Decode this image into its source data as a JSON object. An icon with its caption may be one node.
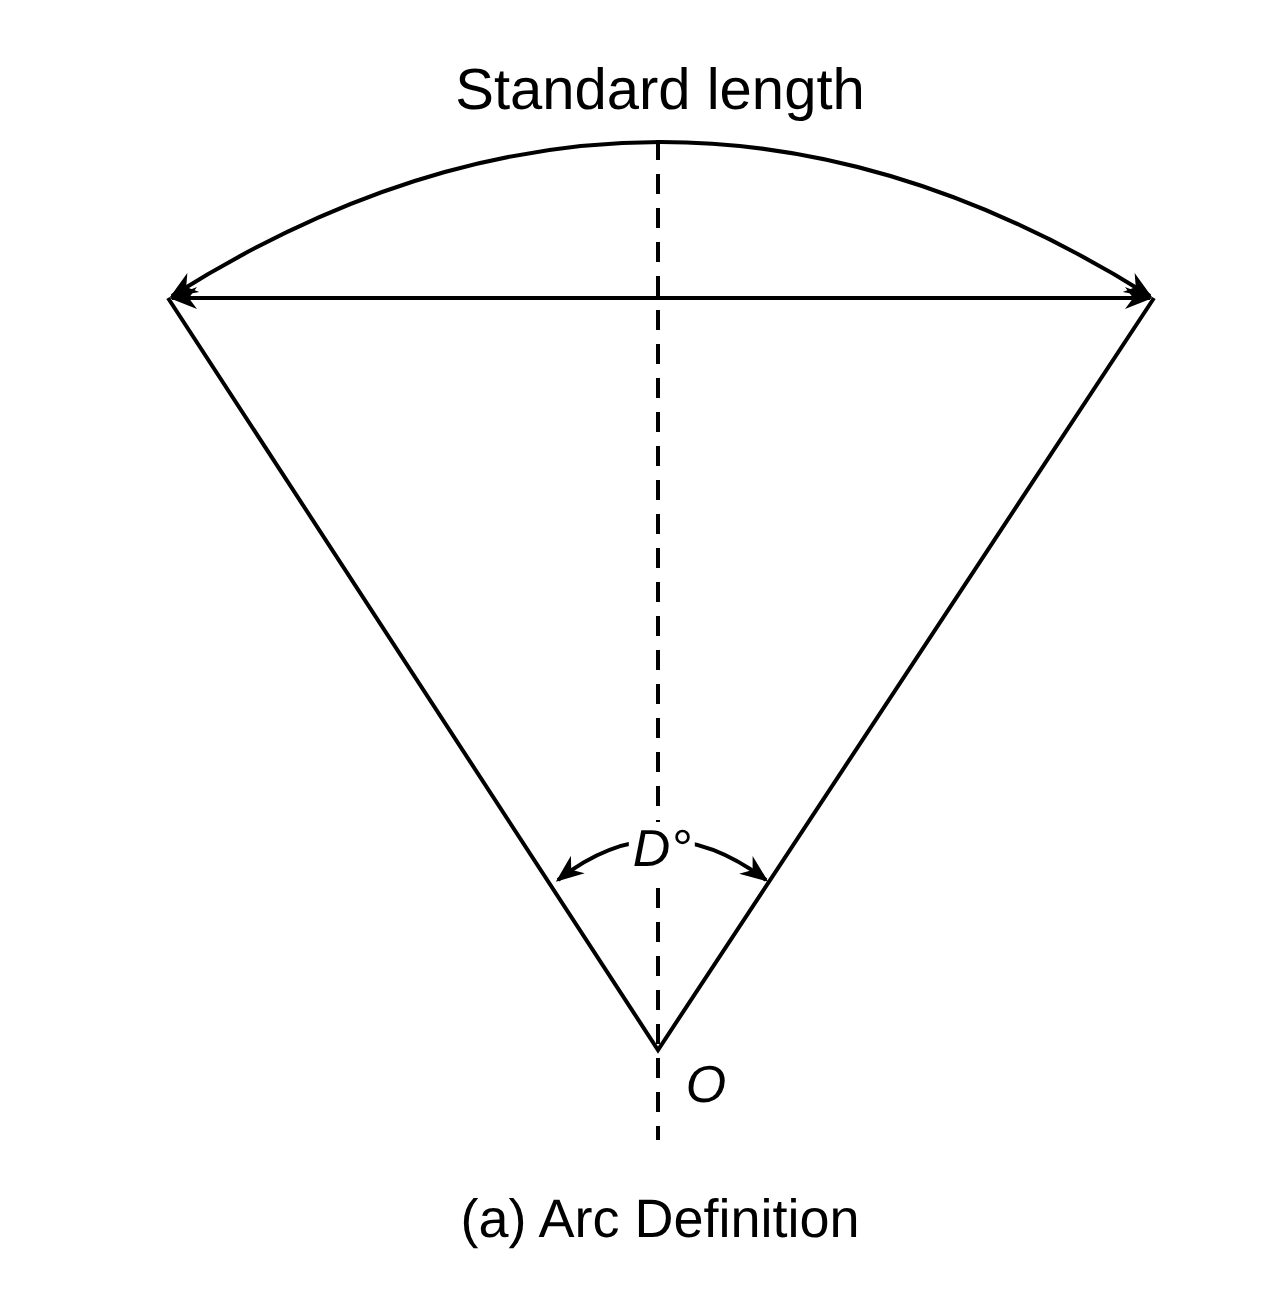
{
  "diagram": {
    "caption": "(a) Arc Definition",
    "labels": [
      "Standard length",
      "D°",
      "O"
    ]
  }
}
